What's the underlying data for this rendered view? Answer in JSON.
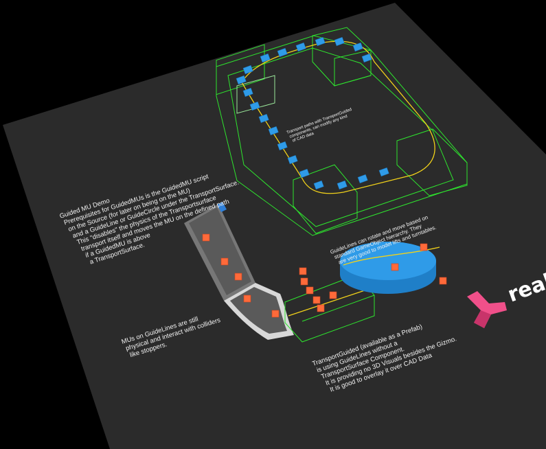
{
  "scene": {
    "colors": {
      "floor": "#2b2b2b",
      "wireframe": "#2ee62e",
      "guide_path": "#f2d21a",
      "mu": "#ff6a3a",
      "turntable": "#2f9be8",
      "logo_pink": "#f0508a"
    },
    "notes": {
      "main": [
        "Guided MU Demo",
        "Prerequisites for GuidedMUs is the GuidedMU script",
        "on the Source (for later on being on the MU)",
        "and a GuideLine or GuideCircle under the TransportSurface.",
        "This \"disables\" the physics of the Transportsurface",
        "transport itself and  moves the MU on the defined path",
        "if a GuidedMU is above",
        "a TransportSurface."
      ],
      "paths": [
        "Transport paths with TransportGuided",
        "components, can modify any kind",
        "of CAD data"
      ],
      "guidelines": [
        "GuideLines can rotate and move based on",
        "standard GameObject hierarchy. They",
        "are very good to model lifts and turntables."
      ],
      "colliders": [
        "MUs on GuideLines are still",
        "physical and interact with colliders",
        "like stoppers."
      ],
      "transport_guided": [
        "TransportGuided (available as a Prefab)",
        "is using GuideLines without a",
        "TransportSurface Component.",
        "It is providing no 3D Visuals besides the Gizmo.",
        "It is good to overlay it over CAD Data"
      ]
    },
    "logo": {
      "text": "realvi"
    }
  }
}
